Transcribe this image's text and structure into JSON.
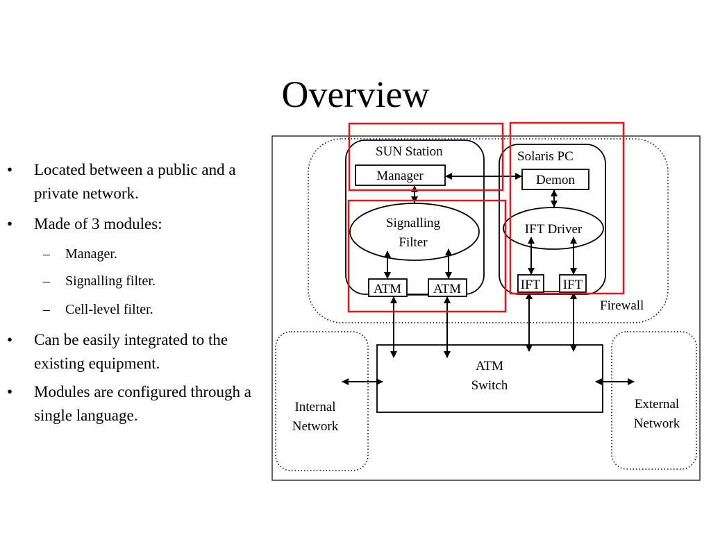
{
  "title": "Overview",
  "bullets": [
    {
      "mark": "•",
      "text": "Located between a public and a private network."
    },
    {
      "mark": "•",
      "text": "Made of 3 modules:"
    },
    {
      "mark": "•",
      "text": "Can be easily integrated to the existing equipment."
    },
    {
      "mark": "•",
      "text": "Modules are configured through a single language."
    }
  ],
  "sub_bullets": [
    {
      "mark": "–",
      "text": "Manager."
    },
    {
      "mark": "–",
      "text": "Signalling filter."
    },
    {
      "mark": "–",
      "text": "Cell-level filter."
    }
  ],
  "diagram": {
    "sun_station": "SUN Station",
    "manager": "Manager",
    "signalling_filter": [
      "Signalling",
      "Filter"
    ],
    "atm_left": "ATM",
    "atm_right": "ATM",
    "solaris_pc": "Solaris PC",
    "demon": "Demon",
    "ift_driver": "IFT Driver",
    "ift_left": "IFT",
    "ift_right": "IFT",
    "firewall": "Firewall",
    "atm_switch": [
      "ATM",
      "Switch"
    ],
    "internal_network": [
      "Internal",
      "Network"
    ],
    "external_network": [
      "External",
      "Network"
    ],
    "highlight_color": "#e8141c"
  }
}
